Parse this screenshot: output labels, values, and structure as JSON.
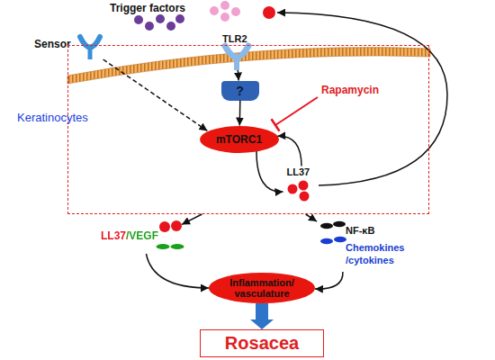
{
  "diagram": {
    "nodes": [
      {
        "text": [
          "Trigger factors"
        ]
      },
      {
        "text": [
          "Sensor"
        ]
      },
      {
        "text": [
          "TLR2"
        ]
      },
      {
        "text": [
          "Keratinocytes"
        ]
      },
      {
        "text": [
          "?"
        ],
        "in": 3
      },
      {
        "text": [
          "mTORC1"
        ],
        "in": 3
      },
      {
        "text": [
          "LL37"
        ],
        "in": 3
      },
      {
        "text": [
          "LL37/VEGF"
        ]
      },
      {
        "text": [
          "NF-κB",
          "Chemokines /cytokines"
        ]
      },
      {
        "text": [
          "Inflammation/ vasculature"
        ]
      },
      {
        "text": [
          "Rosacea"
        ]
      }
    ],
    "edges": [
      {
        "from": 1,
        "to": 5,
        "arrow": "to"
      },
      {
        "from": 2,
        "to": 4,
        "arrow": "to"
      },
      {
        "from": 4,
        "to": 5,
        "arrow": "to"
      },
      {
        "from": 5,
        "to": 6,
        "arrow": "to"
      },
      {
        "from": 6,
        "to": 5,
        "arrow": "to"
      },
      {
        "from": 3,
        "to": 7,
        "arrow": "to"
      },
      {
        "from": 3,
        "to": 8,
        "arrow": "to"
      },
      {
        "from": 7,
        "to": 9,
        "arrow": "to"
      },
      {
        "from": 8,
        "to": 9,
        "arrow": "to"
      },
      {
        "from": 9,
        "to": 10,
        "arrow": "to"
      }
    ],
    "labels": [
      "Rapamycin"
    ]
  }
}
